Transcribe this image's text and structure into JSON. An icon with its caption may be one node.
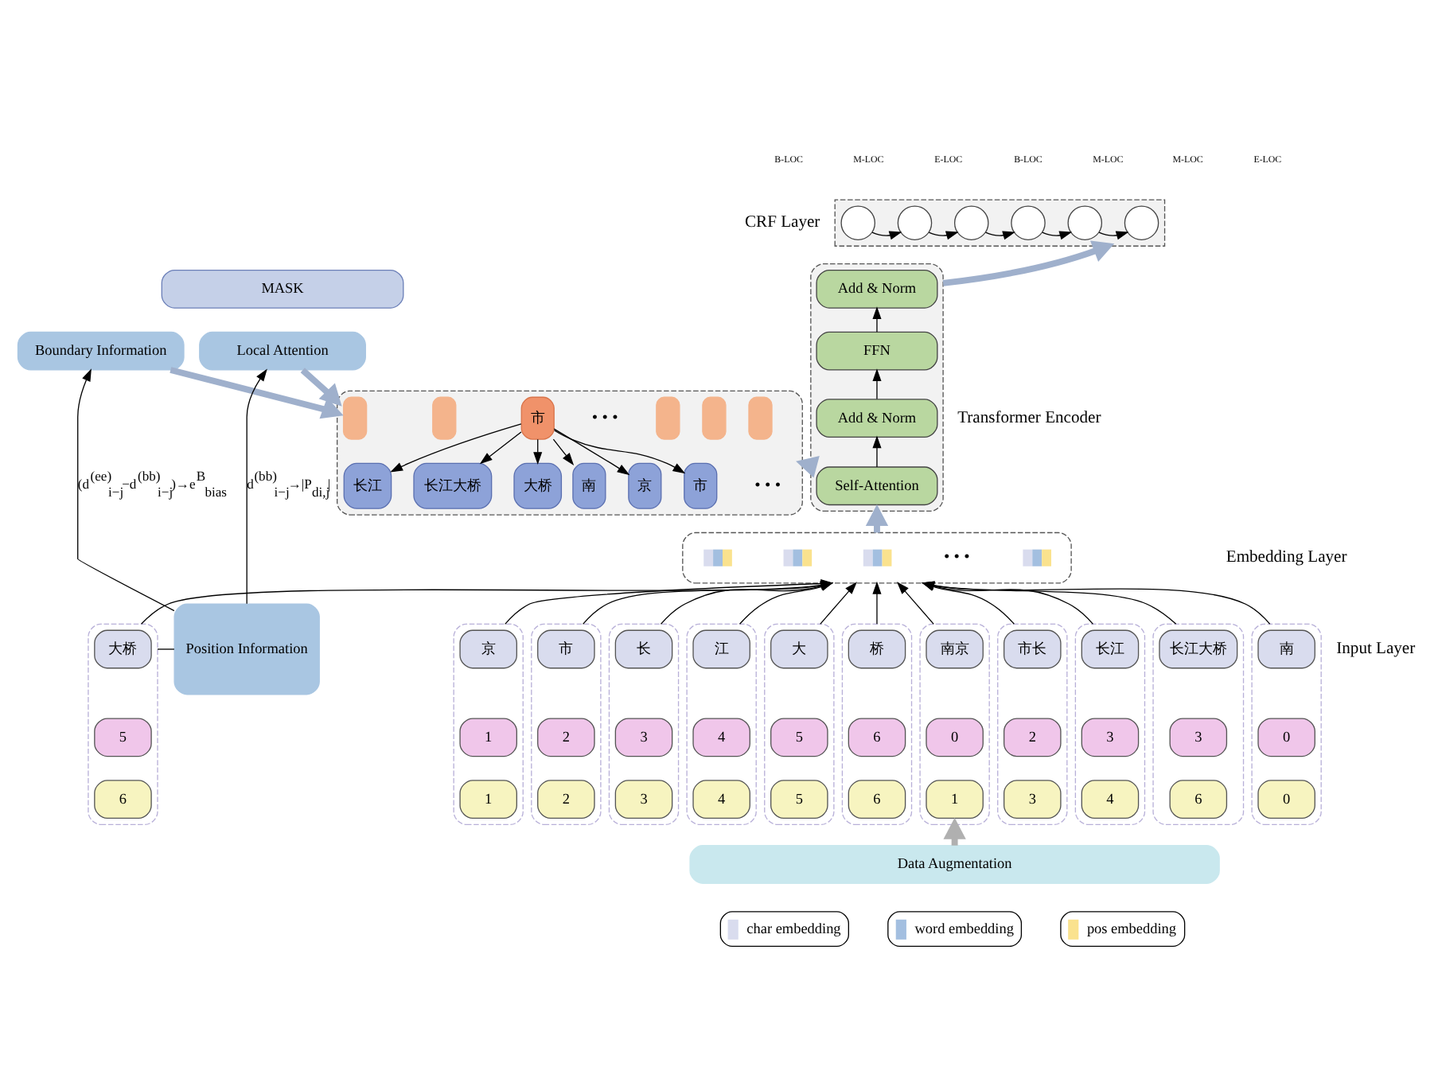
{
  "diagram": {
    "nodes": [
      {
        "text": [],
        "shape": "box"
      },
      {
        "text": [],
        "shape": "circle",
        "in": 0
      },
      {
        "text": [],
        "shape": "circle",
        "in": 0
      },
      {
        "text": [],
        "shape": "circle",
        "in": 0
      },
      {
        "text": [],
        "shape": "circle",
        "in": 0
      },
      {
        "text": [],
        "shape": "circle",
        "in": 0
      },
      {
        "text": [],
        "shape": "circle",
        "in": 0
      },
      {
        "text": [],
        "shape": "box"
      },
      {
        "text": [
          "Add & Norm"
        ],
        "in": 7
      },
      {
        "text": [
          "FFN"
        ],
        "in": 7
      },
      {
        "text": [
          "Add & Norm"
        ],
        "in": 7
      },
      {
        "text": [
          "Self-Attention"
        ],
        "in": 7
      },
      {
        "text": [],
        "shape": "box"
      },
      {
        "text": [],
        "shape": "bar",
        "in": 12
      },
      {
        "text": [],
        "shape": "bar",
        "in": 12
      },
      {
        "text": [],
        "shape": "bar",
        "in": 12
      },
      {
        "text": [],
        "shape": "bar",
        "in": 12
      },
      {
        "text": [
          "MASK"
        ]
      },
      {
        "text": [
          "Boundary Information"
        ]
      },
      {
        "text": [
          "Local Attention"
        ]
      },
      {
        "text": [],
        "shape": "box"
      },
      {
        "text": [],
        "shape": "bar",
        "in": 20
      },
      {
        "text": [],
        "shape": "bar",
        "in": 20
      },
      {
        "text": [
          "市"
        ],
        "in": 20
      },
      {
        "text": [],
        "shape": "bar",
        "in": 20
      },
      {
        "text": [],
        "shape": "bar",
        "in": 20
      },
      {
        "text": [],
        "shape": "bar",
        "in": 20
      },
      {
        "text": [
          "南"
        ],
        "in": 20
      },
      {
        "text": [
          "京"
        ],
        "in": 20
      },
      {
        "text": [
          "市"
        ],
        "in": 20
      },
      {
        "text": [
          "长江"
        ],
        "in": 20
      },
      {
        "text": [
          "长江大桥"
        ],
        "in": 20
      },
      {
        "text": [
          "大桥"
        ],
        "in": 20
      },
      {
        "text": [],
        "shape": "box"
      },
      {
        "text": [
          "南"
        ],
        "in": 33
      },
      {
        "text": [
          "0"
        ],
        "in": 33
      },
      {
        "text": [
          "0"
        ],
        "in": 33
      },
      {
        "text": [],
        "shape": "box"
      },
      {
        "text": [
          "京"
        ],
        "in": 37
      },
      {
        "text": [
          "1"
        ],
        "in": 37
      },
      {
        "text": [
          "1"
        ],
        "in": 37
      },
      {
        "text": [],
        "shape": "box"
      },
      {
        "text": [
          "市"
        ],
        "in": 41
      },
      {
        "text": [
          "2"
        ],
        "in": 41
      },
      {
        "text": [
          "2"
        ],
        "in": 41
      },
      {
        "text": [],
        "shape": "box"
      },
      {
        "text": [
          "长"
        ],
        "in": 45
      },
      {
        "text": [
          "3"
        ],
        "in": 45
      },
      {
        "text": [
          "3"
        ],
        "in": 45
      },
      {
        "text": [],
        "shape": "box"
      },
      {
        "text": [
          "江"
        ],
        "in": 49
      },
      {
        "text": [
          "4"
        ],
        "in": 49
      },
      {
        "text": [
          "4"
        ],
        "in": 49
      },
      {
        "text": [],
        "shape": "box"
      },
      {
        "text": [
          "大"
        ],
        "in": 53
      },
      {
        "text": [
          "5"
        ],
        "in": 53
      },
      {
        "text": [
          "5"
        ],
        "in": 53
      },
      {
        "text": [],
        "shape": "box"
      },
      {
        "text": [
          "桥"
        ],
        "in": 57
      },
      {
        "text": [
          "6"
        ],
        "in": 57
      },
      {
        "text": [
          "6"
        ],
        "in": 57
      },
      {
        "text": [],
        "shape": "box"
      },
      {
        "text": [
          "南京"
        ],
        "in": 61
      },
      {
        "text": [
          "0"
        ],
        "in": 61
      },
      {
        "text": [
          "1"
        ],
        "in": 61
      },
      {
        "text": [],
        "shape": "box"
      },
      {
        "text": [
          "市长"
        ],
        "in": 65
      },
      {
        "text": [
          "2"
        ],
        "in": 65
      },
      {
        "text": [
          "3"
        ],
        "in": 65
      },
      {
        "text": [],
        "shape": "box"
      },
      {
        "text": [
          "长江"
        ],
        "in": 69
      },
      {
        "text": [
          "3"
        ],
        "in": 69
      },
      {
        "text": [
          "4"
        ],
        "in": 69
      },
      {
        "text": [],
        "shape": "box"
      },
      {
        "text": [
          "长江大桥"
        ],
        "in": 73
      },
      {
        "text": [
          "3"
        ],
        "in": 73
      },
      {
        "text": [
          "6"
        ],
        "in": 73
      },
      {
        "text": [],
        "shape": "box"
      },
      {
        "text": [
          "大桥"
        ],
        "in": 77
      },
      {
        "text": [
          "5"
        ],
        "in": 77
      },
      {
        "text": [
          "6"
        ],
        "in": 77
      },
      {
        "text": [
          "Data Augmentation"
        ]
      },
      {
        "text": [
          "Position Information"
        ]
      }
    ],
    "edges": [
      {
        "from": 1,
        "to": 2,
        "arrow": "to"
      },
      {
        "from": 2,
        "to": 3,
        "arrow": "to"
      },
      {
        "from": 3,
        "to": 4,
        "arrow": "to"
      },
      {
        "from": 4,
        "to": 5,
        "arrow": "to"
      },
      {
        "from": 5,
        "to": 6,
        "arrow": "to"
      },
      {
        "from": 7,
        "to": 0,
        "arrow": "to",
        "style": "thick",
        "color": "#9fb0cc"
      },
      {
        "from": 11,
        "to": 10,
        "arrow": "to"
      },
      {
        "from": 10,
        "to": 9,
        "arrow": "to"
      },
      {
        "from": 9,
        "to": 8,
        "arrow": "to"
      },
      {
        "from": 12,
        "to": 7,
        "arrow": "to",
        "style": "thick",
        "color": "#9fb0cc"
      },
      {
        "from": 7,
        "to": 20,
        "arrow": "to",
        "style": "thick",
        "color": "#9fb0cc"
      },
      {
        "from": 18,
        "to": 20,
        "arrow": "to",
        "style": "thick",
        "color": "#9fb0cc"
      },
      {
        "from": 19,
        "to": 20,
        "arrow": "to",
        "style": "thick",
        "color": "#9fb0cc"
      },
      {
        "from": 23,
        "to": 27,
        "arrow": "to"
      },
      {
        "from": 23,
        "to": 28,
        "arrow": "to"
      },
      {
        "from": 23,
        "to": 29,
        "arrow": "to"
      },
      {
        "from": 23,
        "to": 30,
        "arrow": "to"
      },
      {
        "from": 23,
        "to": 31,
        "arrow": "to"
      },
      {
        "from": 23,
        "to": 32,
        "arrow": "to"
      },
      {
        "from": 33,
        "to": 12,
        "arrow": "to"
      },
      {
        "from": 37,
        "to": 12,
        "arrow": "to"
      },
      {
        "from": 41,
        "to": 12,
        "arrow": "to"
      },
      {
        "from": 45,
        "to": 12,
        "arrow": "to"
      },
      {
        "from": 49,
        "to": 12,
        "arrow": "to"
      },
      {
        "from": 53,
        "to": 12,
        "arrow": "to"
      },
      {
        "from": 57,
        "to": 12,
        "arrow": "to"
      },
      {
        "from": 61,
        "to": 12,
        "arrow": "to"
      },
      {
        "from": 65,
        "to": 12,
        "arrow": "to"
      },
      {
        "from": 69,
        "to": 12,
        "arrow": "to"
      },
      {
        "from": 73,
        "to": 12,
        "arrow": "to"
      },
      {
        "from": 77,
        "to": 12,
        "arrow": "to"
      },
      {
        "from": 81,
        "to": 61,
        "arrow": "to",
        "style": "thick",
        "color": "#b0b0b0"
      },
      {
        "from": 77,
        "to": 82,
        "arrow": "none"
      },
      {
        "from": 82,
        "to": 18,
        "arrow": "to",
        "label": "(d$^{(ee)}$$_{i−j}$−d$^{(bb)}$$_{i−j}$)→e$^{B}$$_{bias}$"
      },
      {
        "from": 82,
        "to": 19,
        "arrow": "to",
        "label": "d$^{(bb)}$$_{i−j}$→|P$_{di,j}$|"
      }
    ],
    "labels": [
      "B-LOC",
      "M-LOC",
      "E-LOC",
      "B-LOC",
      "M-LOC",
      "M-LOC",
      "E-LOC",
      "CRF Layer",
      "Transformer Encoder",
      "• • •",
      "• • •",
      "Embedding Layer",
      "• • •",
      "Input Layer"
    ],
    "legend": [
      {
        "text": "char embedding",
        "color": "#d9dcee"
      },
      {
        "text": "word embedding",
        "color": "#a3bfe0"
      },
      {
        "text": "pos embedding",
        "color": "#fae28e"
      }
    ]
  }
}
